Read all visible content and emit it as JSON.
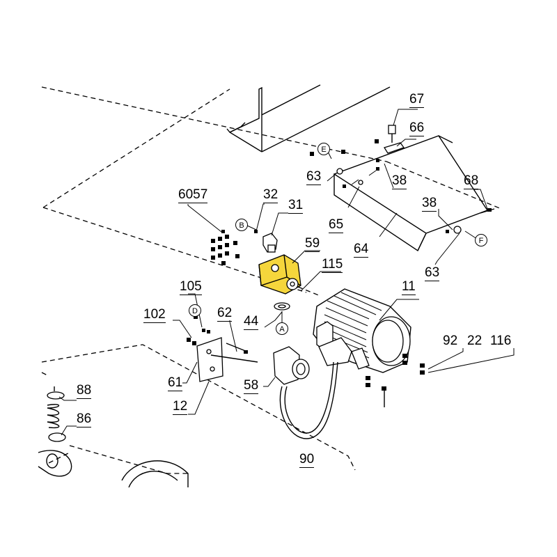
{
  "diagram": {
    "highlight_color": "#F5D63C",
    "callouts": {
      "p67": "67",
      "p66": "66",
      "p63a": "63",
      "p38a": "38",
      "p68": "68",
      "p6057": "6057",
      "p32": "32",
      "p31": "31",
      "p59": "59",
      "p38b": "38",
      "p65": "65",
      "p64": "64",
      "p63b": "63",
      "p115": "115",
      "p105": "105",
      "p11": "11",
      "p102": "102",
      "p62": "62",
      "p44": "44",
      "p92": "92",
      "p22": "22",
      "p116": "116",
      "p88": "88",
      "p61": "61",
      "p58": "58",
      "p86": "86",
      "p12": "12",
      "p90": "90"
    },
    "refs": {
      "rE1": "E",
      "rB": "B",
      "rF": "F",
      "rD": "D",
      "rA": "A"
    }
  }
}
